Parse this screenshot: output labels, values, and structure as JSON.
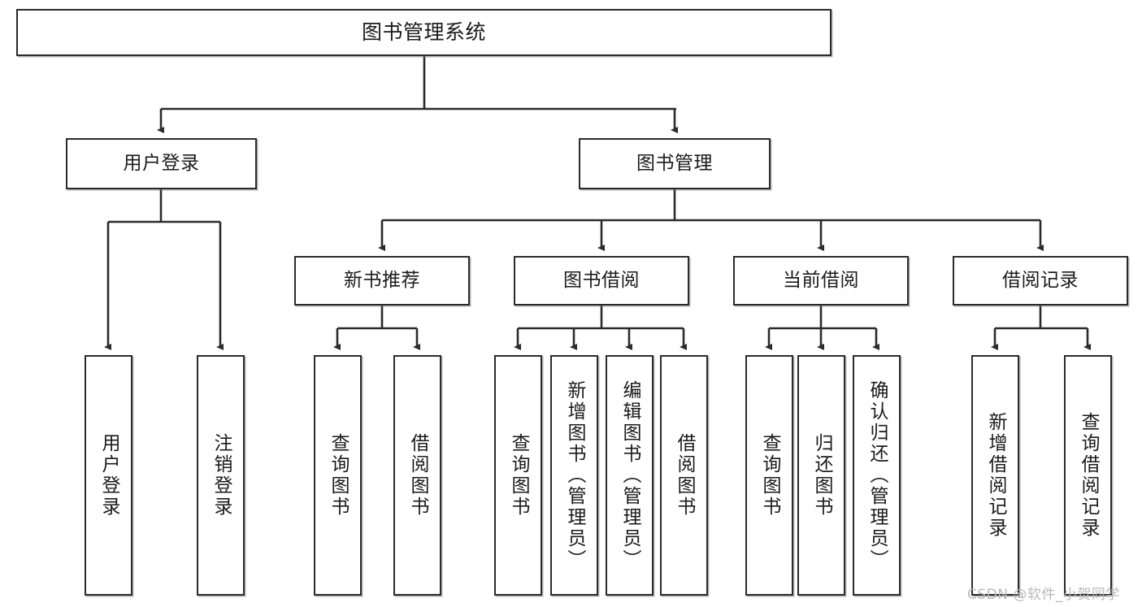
{
  "diagram": {
    "type": "tree",
    "title": "图书管理系统",
    "orientation": "top-down",
    "line_color": "#2b2b2b",
    "box_fill": "#ffffff",
    "text_color": "#1b1b1b"
  },
  "nodes": {
    "root": {
      "label": "图书管理系统",
      "level": 1
    },
    "user_login": {
      "label": "用户登录",
      "level": 2
    },
    "book_manage": {
      "label": "图书管理",
      "level": 2
    },
    "new_book_rec": {
      "label": "新书推荐",
      "level": 3
    },
    "book_borrow": {
      "label": "图书借阅",
      "level": 3
    },
    "current_borrow": {
      "label": "当前借阅",
      "level": 3
    },
    "borrow_record": {
      "label": "借阅记录",
      "level": 3
    },
    "leaf_user_login": {
      "label": "用户登录",
      "level": 4
    },
    "leaf_logout": {
      "label": "注销登录",
      "level": 4
    },
    "leaf_query_book_1": {
      "label": "查询图书",
      "level": 4
    },
    "leaf_borrow_book_1": {
      "label": "借阅图书",
      "level": 4
    },
    "leaf_query_book_2": {
      "label": "查询图书",
      "level": 4
    },
    "leaf_add_book": {
      "label": "新增图书（管理员）",
      "level": 4
    },
    "leaf_edit_book": {
      "label": "编辑图书（管理员）",
      "level": 4
    },
    "leaf_borrow_book_2": {
      "label": "借阅图书",
      "level": 4
    },
    "leaf_query_book_3": {
      "label": "查询图书",
      "level": 4
    },
    "leaf_return_book": {
      "label": "归还图书",
      "level": 4
    },
    "leaf_confirm_return": {
      "label": "确认归还（管理员）",
      "level": 4
    },
    "leaf_add_record": {
      "label": "新增借阅记录",
      "level": 4
    },
    "leaf_query_record": {
      "label": "查询借阅记录",
      "level": 4
    }
  },
  "watermark": {
    "text": "CSDN @软件_小贺同学"
  }
}
